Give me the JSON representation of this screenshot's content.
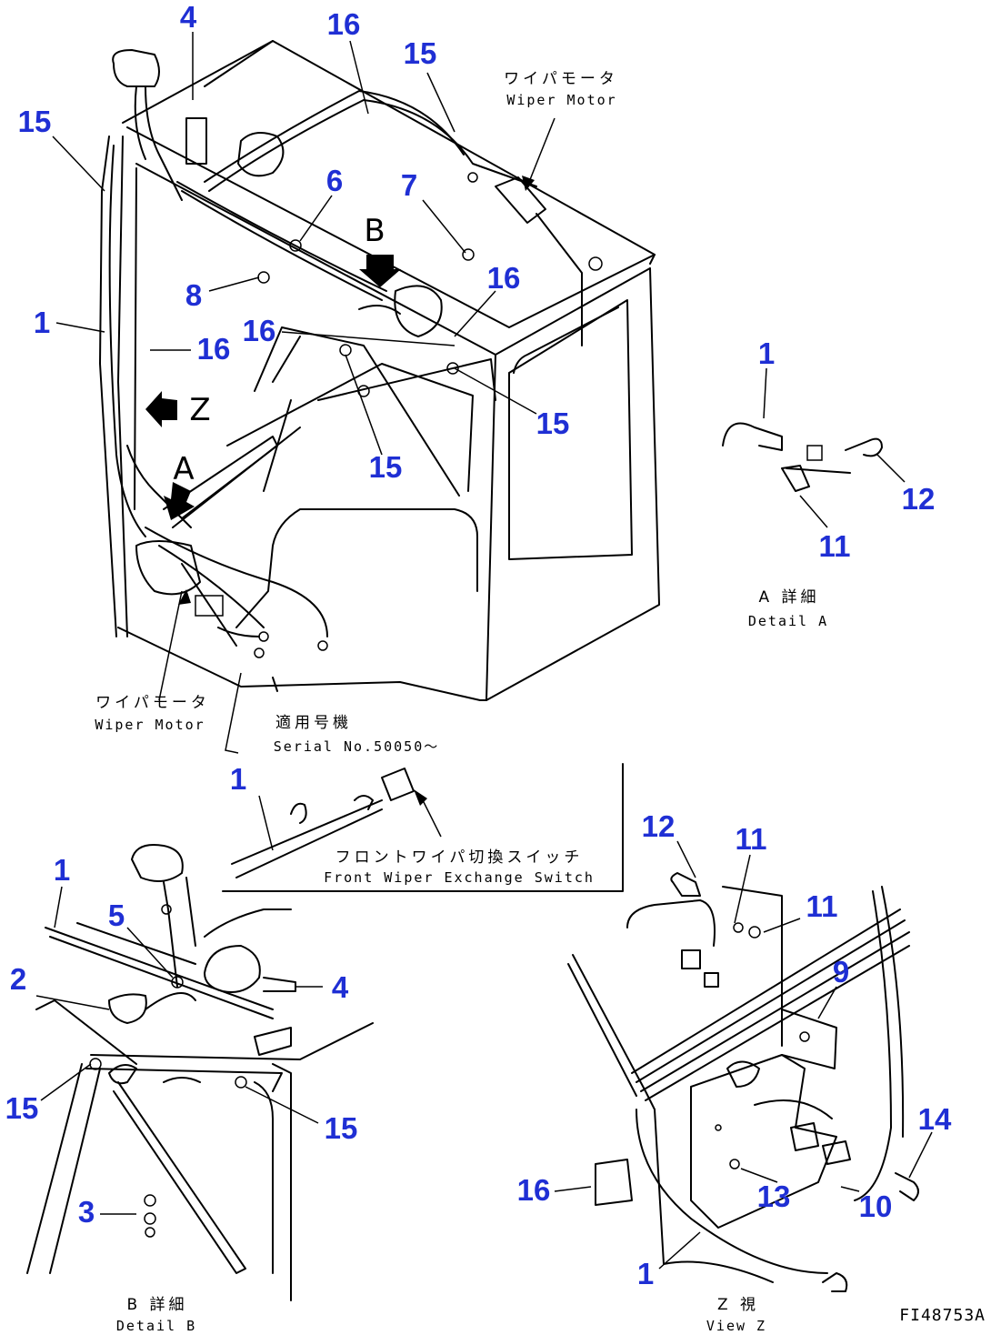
{
  "callouts": [
    {
      "id": "m4",
      "text": "4"
    },
    {
      "id": "m16a",
      "text": "16"
    },
    {
      "id": "m15a",
      "text": "15"
    },
    {
      "id": "m15b",
      "text": "15"
    },
    {
      "id": "m6",
      "text": "6"
    },
    {
      "id": "m7",
      "text": "7"
    },
    {
      "id": "m8",
      "text": "8"
    },
    {
      "id": "m16b",
      "text": "16"
    },
    {
      "id": "m1a",
      "text": "1"
    },
    {
      "id": "m16c",
      "text": "16"
    },
    {
      "id": "m16d",
      "text": "16"
    },
    {
      "id": "m15c",
      "text": "15"
    },
    {
      "id": "m15d",
      "text": "15"
    },
    {
      "id": "dA1",
      "text": "1"
    },
    {
      "id": "dA12",
      "text": "12"
    },
    {
      "id": "dA11",
      "text": "11"
    },
    {
      "id": "s1",
      "text": "1"
    },
    {
      "id": "b1",
      "text": "1"
    },
    {
      "id": "b5",
      "text": "5"
    },
    {
      "id": "b2",
      "text": "2"
    },
    {
      "id": "b4",
      "text": "4"
    },
    {
      "id": "b15a",
      "text": "15"
    },
    {
      "id": "b15b",
      "text": "15"
    },
    {
      "id": "b3",
      "text": "3"
    },
    {
      "id": "z12",
      "text": "12"
    },
    {
      "id": "z11a",
      "text": "11"
    },
    {
      "id": "z11b",
      "text": "11"
    },
    {
      "id": "z9",
      "text": "9"
    },
    {
      "id": "z14",
      "text": "14"
    },
    {
      "id": "z16",
      "text": "16"
    },
    {
      "id": "z13",
      "text": "13"
    },
    {
      "id": "z10",
      "text": "10"
    },
    {
      "id": "z1",
      "text": "1"
    }
  ],
  "view_letters": {
    "b": "B",
    "z": "Z",
    "a": "A"
  },
  "labels": {
    "wiper_motor_top_jp": "ワイパモータ",
    "wiper_motor_top_en": "Wiper Motor",
    "wiper_motor_left_jp": "ワイパモータ",
    "wiper_motor_left_en": "Wiper Motor",
    "serial_jp": "適用号機",
    "serial_en": "Serial No.50050～",
    "switch_jp": "フロントワイパ切換スイッチ",
    "switch_en": "Front Wiper Exchange Switch",
    "detail_a_jp": "A 詳細",
    "detail_a_en": "Detail A",
    "detail_b_jp": "B 詳細",
    "detail_b_en": "Detail B",
    "view_z_jp": "Z 視",
    "view_z_en": "View Z",
    "drawing_code": "FI48753A"
  }
}
